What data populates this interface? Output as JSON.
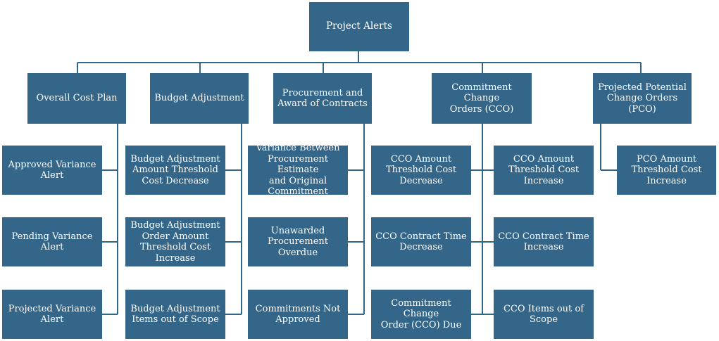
{
  "colors": {
    "box_fill": "#336688",
    "box_text": "#ffffff",
    "connector": "#336688",
    "background": "#ffffff"
  },
  "root": {
    "label": "Project Alerts"
  },
  "categories": [
    {
      "label": "Overall Cost Plan",
      "children": [
        "Approved Variance\nAlert",
        "Pending Variance Alert",
        "Projected Variance\nAlert"
      ]
    },
    {
      "label": "Budget Adjustment",
      "children": [
        "Budget Adjustment\nAmount Threshold\nCost Decrease",
        "Budget Adjustment\nOrder Amount\nThreshold Cost\nIncrease",
        "Budget Adjustment\nItems out of Scope"
      ]
    },
    {
      "label": "Procurement and\nAward of Contracts",
      "children": [
        "Variance Between\nProcurement Estimate\nand Original\nCommitment",
        "Unawarded\nProcurement Overdue",
        "Commitments Not\nApproved"
      ]
    },
    {
      "label": "Commitment Change\nOrders (CCO)",
      "children_left": [
        "CCO Amount\nThreshold Cost\nDecrease",
        "CCO Contract Time\nDecrease",
        "Commitment Change\nOrder (CCO) Due"
      ],
      "children_right": [
        "CCO Amount\nThreshold Cost\nIncrease",
        "CCO Contract Time\nIncrease",
        "CCO Items out of\nScope"
      ]
    },
    {
      "label": "Projected Potential\nChange Orders (PCO)",
      "children": [
        "PCO Amount\nThreshold Cost\nIncrease"
      ]
    }
  ]
}
